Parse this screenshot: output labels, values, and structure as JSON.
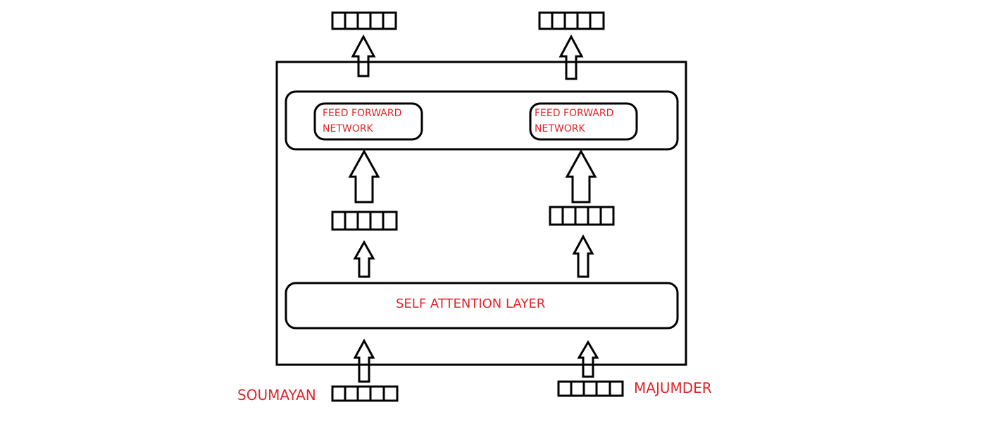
{
  "colors": {
    "stroke": "#000000",
    "label": "#e0262b",
    "background": "#ffffff"
  },
  "encoder": {
    "feed_forward_left": "FEED FORWARD NETWORK",
    "feed_forward_right": "FEED FORWARD NETWORK",
    "self_attention": "SELF ATTENTION LAYER"
  },
  "inputs": {
    "left_word": "SOUMAYAN",
    "right_word": "MAJUMDER"
  }
}
